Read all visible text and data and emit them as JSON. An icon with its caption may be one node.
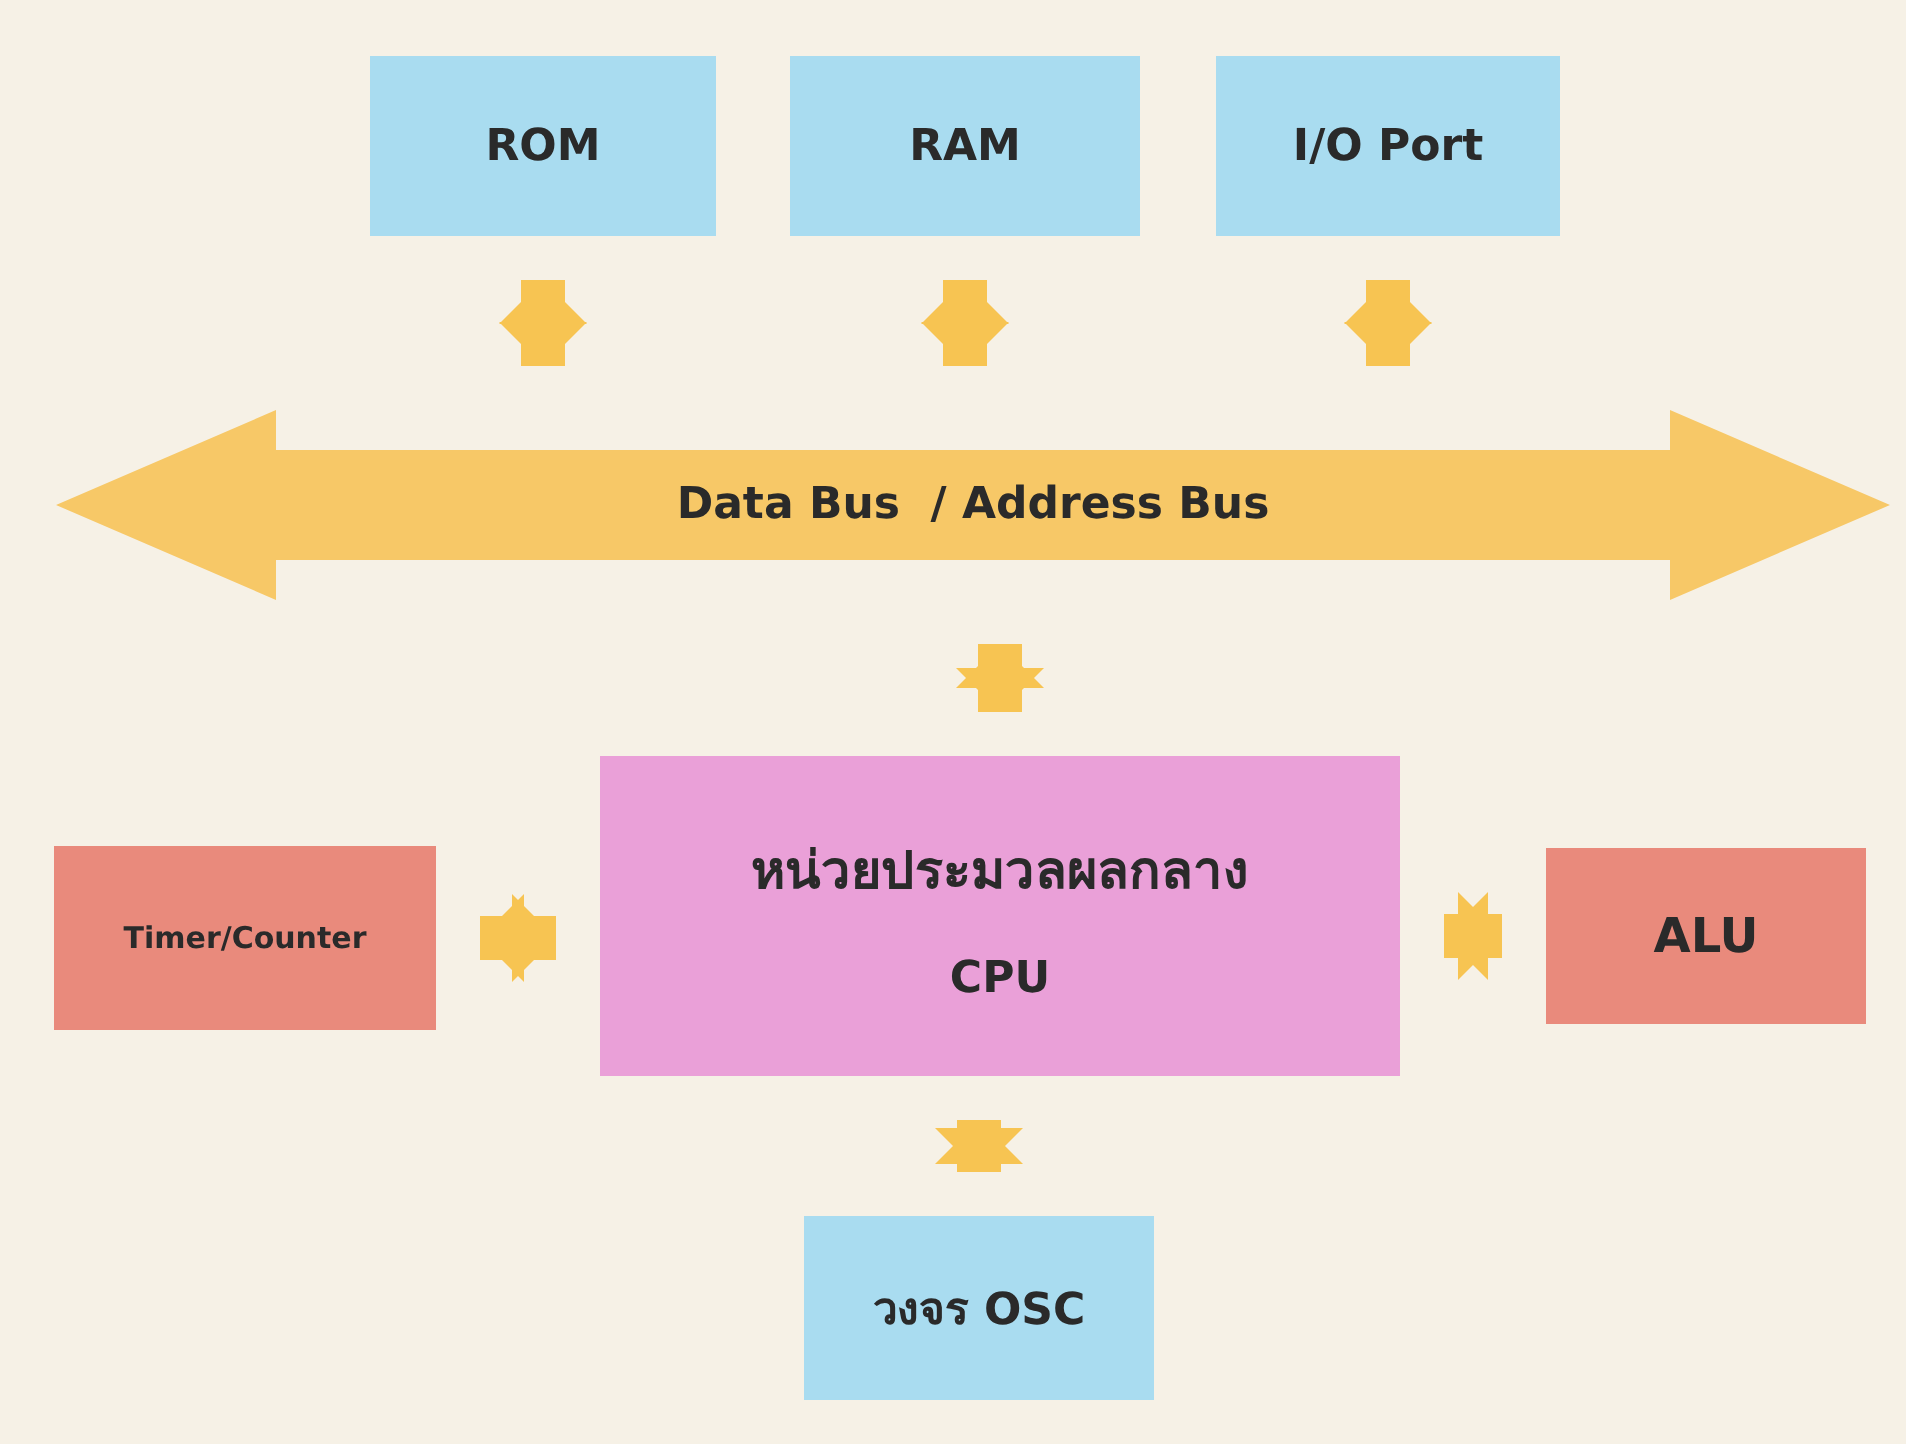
{
  "diagram": {
    "nodes": [
      {
        "text": [
          "ROM"
        ]
      },
      {
        "text": [
          "RAM"
        ]
      },
      {
        "text": [
          "I/O Port"
        ]
      },
      {
        "text": [
          "Data Bus  / Address Bus"
        ]
      },
      {
        "text": [
          "หน่วยประมวลผลกลาง",
          "CPU"
        ]
      },
      {
        "text": [
          "Timer/Counter"
        ]
      },
      {
        "text": [
          "ALU"
        ]
      },
      {
        "text": [
          "วงจร OSC"
        ]
      }
    ],
    "edges": [
      {
        "from": 0,
        "to": 3,
        "arrow": "both"
      },
      {
        "from": 1,
        "to": 3,
        "arrow": "both"
      },
      {
        "from": 2,
        "to": 3,
        "arrow": "both"
      },
      {
        "from": 3,
        "to": 4,
        "arrow": "both"
      },
      {
        "from": 5,
        "to": 4,
        "arrow": "both"
      },
      {
        "from": 6,
        "to": 4,
        "arrow": "both"
      },
      {
        "from": 4,
        "to": 7,
        "arrow": "both"
      }
    ]
  }
}
